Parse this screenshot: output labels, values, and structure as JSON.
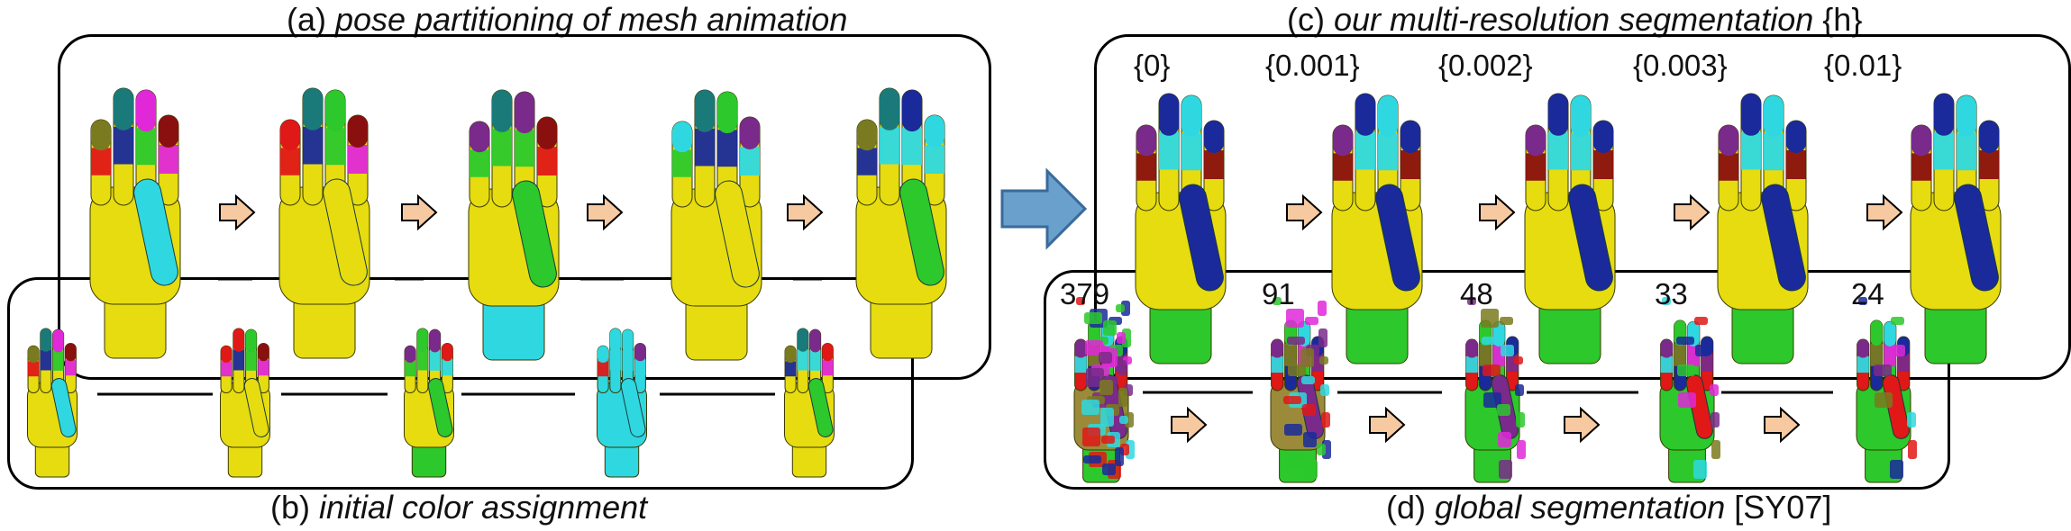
{
  "captions": {
    "a_prefix": "(a)",
    "a_text": "pose partitioning of mesh animation",
    "b_prefix": "(b)",
    "b_text": "initial color assignment",
    "c_prefix": "(c)",
    "c_text": "our multi-resolution segmentation",
    "c_suffix": "{h}",
    "d_prefix": "(d)",
    "d_text": "global segmentation",
    "d_suffix": "[SY07]"
  },
  "resolution_labels": [
    "{0}",
    "{0.001}",
    "{0.002}",
    "{0.003}",
    "{0.01}"
  ],
  "segment_counts": [
    "379",
    "91",
    "48",
    "33",
    "24"
  ],
  "colors": {
    "hand_yellow": "#e6dc10",
    "cyan": "#2fd8e0",
    "green": "#2cc82c",
    "magenta": "#e028d8",
    "red": "#e01818",
    "navy": "#1a2a9a",
    "purple": "#7a2a8a",
    "darkred": "#8a1010",
    "teal": "#1a7a7a",
    "olive": "#7a7a20",
    "arrow_fill": "#f7c9a0",
    "big_arrow_fill": "#6aa0cc"
  }
}
